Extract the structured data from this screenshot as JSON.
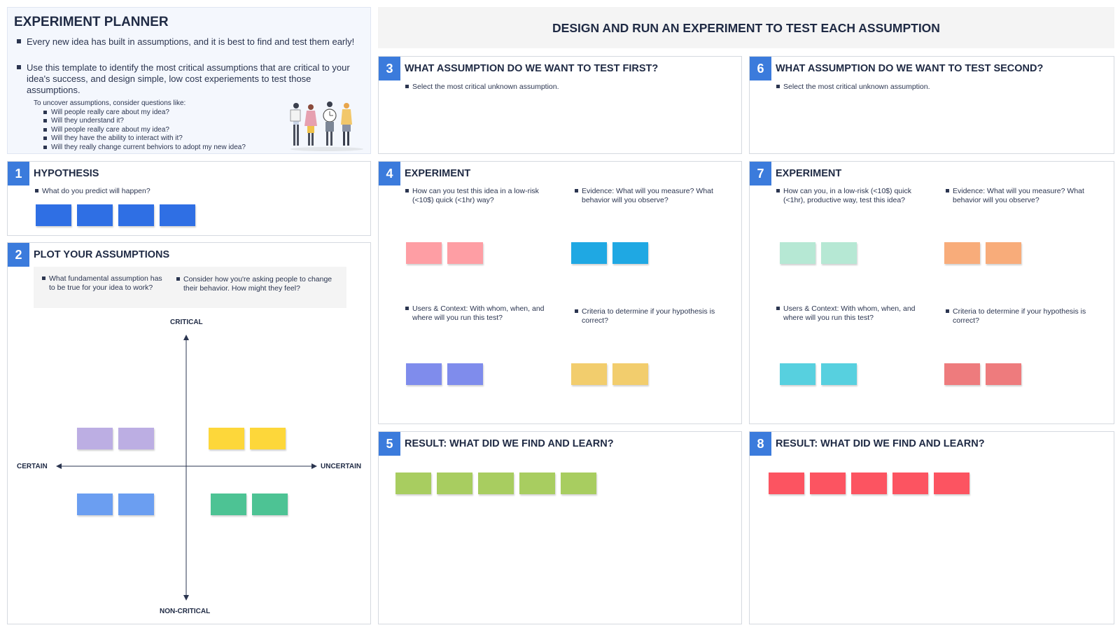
{
  "intro": {
    "title": "EXPERIMENT PLANNER",
    "bullet_1": "Every new idea has built in assumptions, and it is best to find and test them early!",
    "bullet_2": "Use this template to identify the most critical assumptions that are critical to your idea's success, and design simple, low cost experiements to test those assumptions.",
    "questions_lead": "To uncover assumptions, consider questions like:",
    "questions": [
      "Will people really care about my idea?",
      "Will they understand it?",
      "Will people really care about my idea?",
      "Will they have the ability to interact with it?",
      "Will they really change current behviors to adopt my new idea?"
    ]
  },
  "banner": {
    "title": "DESIGN AND RUN AN EXPERIMENT TO TEST EACH ASSUMPTION"
  },
  "hypothesis": {
    "number": "1",
    "title": "HYPOTHESIS",
    "prompt": "What do you predict will happen?",
    "note_color": "#2f6fe4"
  },
  "plot": {
    "number": "2",
    "title": "PLOT YOUR ASSUMPTIONS",
    "hint_1": "What fundamental assumption has to be true for your idea to work?",
    "hint_2": "Consider how you're asking people to change their behavior. How might they feel?",
    "axis_top": "CRITICAL",
    "axis_bottom": "NON-CRITICAL",
    "axis_left": "CERTAIN",
    "axis_right": "UNCERTAIN",
    "colors": {
      "critical_certain": "#bcaee3",
      "critical_uncertain": "#fdd73a",
      "noncritical_certain": "#6b9ef1",
      "noncritical_uncertain": "#4dc394"
    }
  },
  "assumption_first": {
    "number": "3",
    "title": "WHAT ASSUMPTION DO WE WANT TO TEST FIRST?",
    "prompt": "Select the most critical unknown assumption."
  },
  "experiment_first": {
    "number": "4",
    "title": "EXPERIMENT",
    "q_how": "How can you test this idea in a low-risk (<10$) quick (<1hr) way?",
    "q_evidence": "Evidence: What will you measure? What behavior will you observe?",
    "q_users": "Users & Context: With whom, when, and where will you run this test?",
    "q_criteria": "Criteria to determine if your hypothesis is correct?",
    "colors": {
      "how": "#fe9ea4",
      "evidence": "#1fa8e3",
      "users": "#7f8cec",
      "criteria": "#f2cd6d"
    }
  },
  "result_first": {
    "number": "5",
    "title": "RESULT: WHAT DID WE FIND AND LEARN?",
    "note_color": "#a8cd60"
  },
  "assumption_second": {
    "number": "6",
    "title": "WHAT ASSUMPTION DO WE WANT TO TEST SECOND?",
    "prompt": "Select the most critical unknown assumption."
  },
  "experiment_second": {
    "number": "7",
    "title": "EXPERIMENT",
    "q_how": "How can you, in a low-risk (<10$) quick (<1hr), productive way, test this idea?",
    "q_evidence": "Evidence: What will you measure? What behavior will you observe?",
    "q_users": "Users & Context: With whom, when, and where will you run this test?",
    "q_criteria": "Criteria to determine if your hypothesis is correct?",
    "colors": {
      "how": "#b6e8d4",
      "evidence": "#f8ac7a",
      "users": "#57d0df",
      "criteria": "#ee7b7d"
    }
  },
  "result_second": {
    "number": "8",
    "title": "RESULT: WHAT DID WE FIND AND LEARN?",
    "note_color": "#fc5461"
  }
}
